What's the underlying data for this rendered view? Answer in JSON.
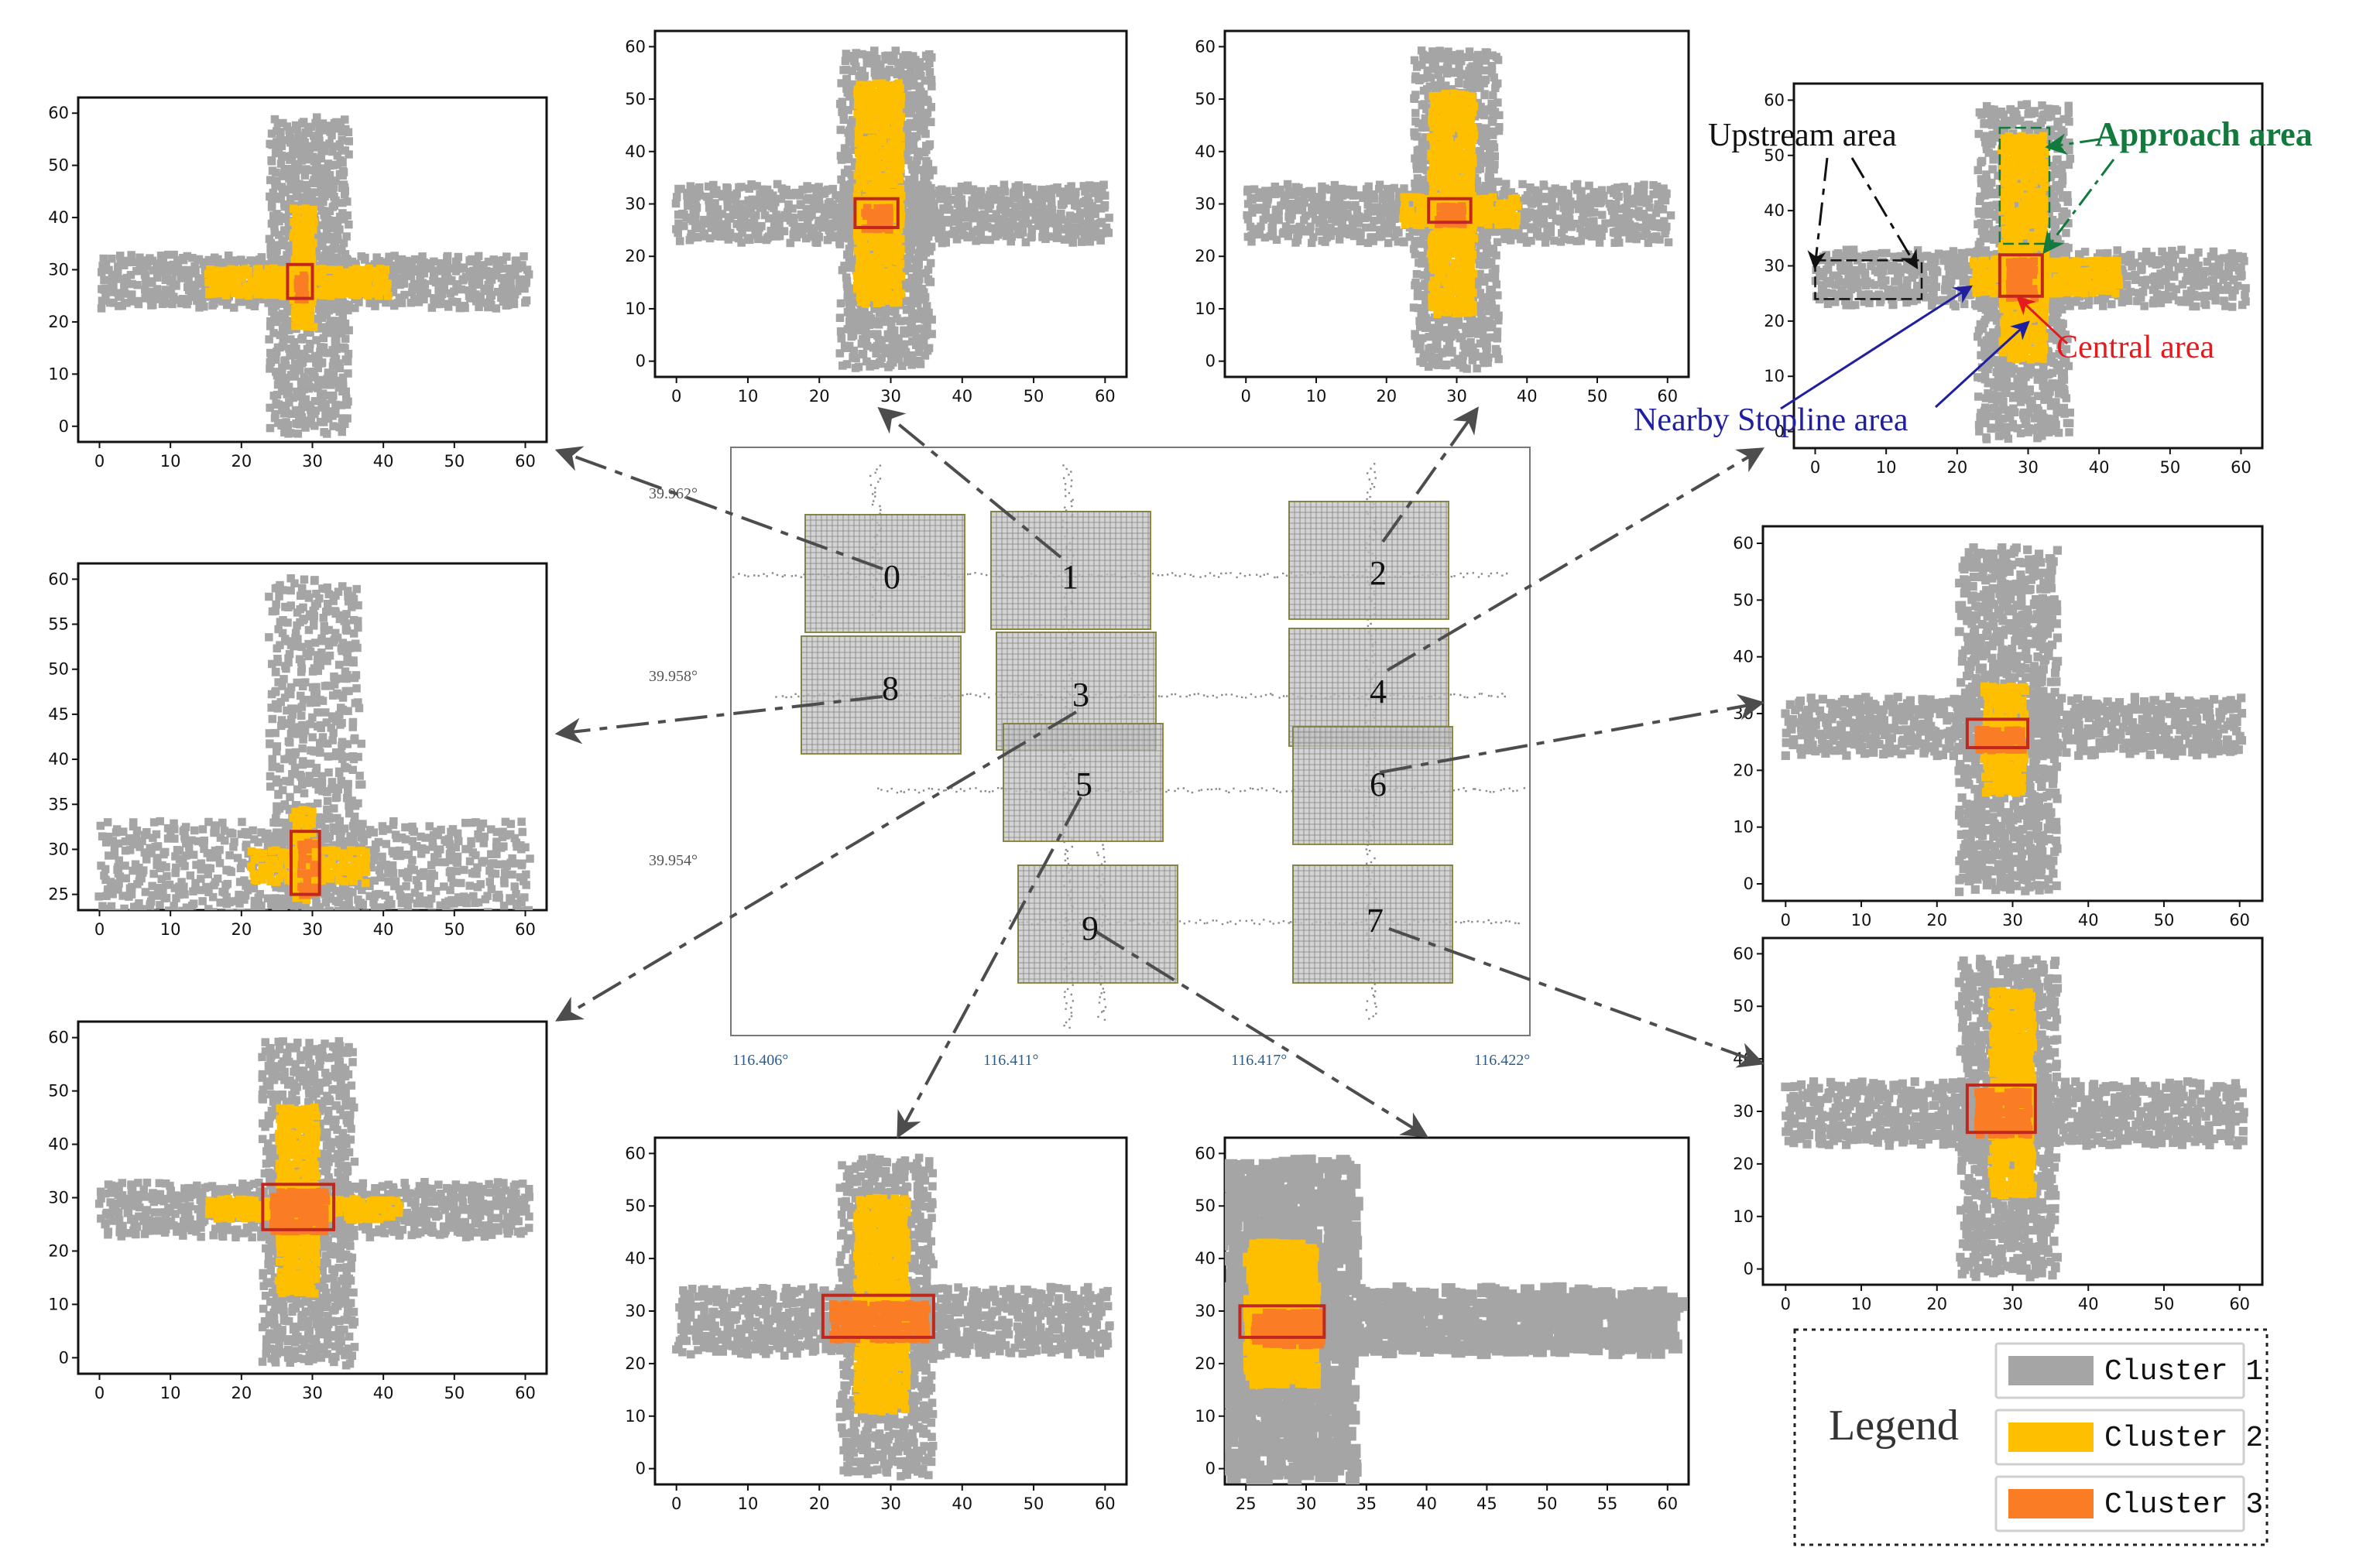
{
  "colors": {
    "cluster1": "#a5a5a5",
    "cluster2": "#fdbf00",
    "cluster3": "#fa7c24",
    "central_box": "#c0281e",
    "approach": "#117a3c",
    "central_label": "#e41a1c",
    "stopline": "#1f1fa0",
    "upstream": "#111111",
    "arrow": "#4d4d4d",
    "grid_fill": "#b5b5b5",
    "grid_border": "#8c8c3c"
  },
  "map": {
    "y_ticks": [
      "39.962°",
      "39.958°",
      "39.954°"
    ],
    "x_ticks": [
      "116.406°",
      "116.411°",
      "116.417°",
      "116.422°"
    ],
    "region_labels": [
      "0",
      "1",
      "2",
      "3",
      "4",
      "5",
      "6",
      "7",
      "8",
      "9"
    ]
  },
  "annotations": {
    "upstream": "Upstream area",
    "approach": "Approach area",
    "central": "Central area",
    "stopline": "Nearby Stopline area"
  },
  "legend": {
    "title": "Legend",
    "items": [
      "Cluster 1",
      "Cluster 2",
      "Cluster 3"
    ]
  },
  "panels": [
    {
      "id": 0,
      "xticks": [
        0,
        10,
        20,
        30,
        40,
        50,
        60
      ],
      "yticks": [
        0,
        10,
        20,
        30,
        40,
        50,
        60
      ]
    },
    {
      "id": 1,
      "xticks": [
        0,
        10,
        20,
        30,
        40,
        50,
        60
      ],
      "yticks": [
        0,
        10,
        20,
        30,
        40,
        50,
        60
      ]
    },
    {
      "id": 2,
      "xticks": [
        0,
        10,
        20,
        30,
        40,
        50,
        60
      ],
      "yticks": [
        0,
        10,
        20,
        30,
        40,
        50,
        60
      ]
    },
    {
      "id": 4,
      "xticks": [
        0,
        10,
        20,
        30,
        40,
        50,
        60
      ],
      "yticks": [
        0,
        10,
        20,
        30,
        40,
        50,
        60
      ]
    },
    {
      "id": 8,
      "xticks": [
        0,
        10,
        20,
        30,
        40,
        50,
        60
      ],
      "yticks": [
        25,
        30,
        35,
        40,
        45,
        50,
        55,
        60
      ]
    },
    {
      "id": 6,
      "xticks": [
        0,
        10,
        20,
        30,
        40,
        50,
        60
      ],
      "yticks": [
        0,
        10,
        20,
        30,
        40,
        50,
        60
      ]
    },
    {
      "id": 3,
      "xticks": [
        0,
        10,
        20,
        30,
        40,
        50,
        60
      ],
      "yticks": [
        0,
        10,
        20,
        30,
        40,
        50,
        60
      ]
    },
    {
      "id": 5,
      "xticks": [
        0,
        10,
        20,
        30,
        40,
        50,
        60
      ],
      "yticks": [
        0,
        10,
        20,
        30,
        40,
        50,
        60
      ]
    },
    {
      "id": 9,
      "xticks": [
        25,
        30,
        35,
        40,
        45,
        50,
        55,
        60
      ],
      "yticks": [
        0,
        10,
        20,
        30,
        40,
        50,
        60
      ]
    },
    {
      "id": 7,
      "xticks": [
        0,
        10,
        20,
        30,
        40,
        50,
        60
      ],
      "yticks": [
        0,
        10,
        20,
        30,
        40,
        50,
        60
      ]
    }
  ]
}
